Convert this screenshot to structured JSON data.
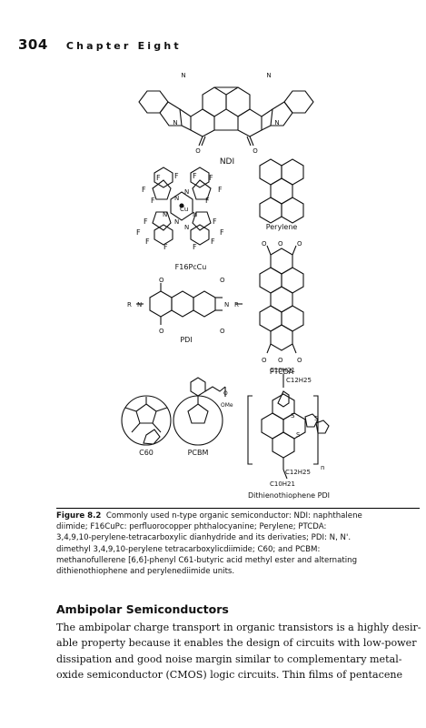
{
  "header": {
    "page_number": "304",
    "chapter": "Chapter Eight"
  },
  "figure": {
    "labels": {
      "ndi": "NDI",
      "f16pccu": "F16PcCu",
      "perylene": "Perylene",
      "pdi": "PDI",
      "ptcda": "PTCDA",
      "c60": "C60",
      "pcbm": "PCBM",
      "dithieno": "Dithienothiophene PDI",
      "c10h21_top": "C10H21",
      "c12h25_top": "C12H25",
      "c12h25_bot": "C12H25",
      "c10h21_bot": "C10H21",
      "n_sub": "n",
      "ome": "OMe"
    }
  },
  "caption": {
    "label": "Figure 8.2",
    "lines": [
      "Commonly used n-type organic semiconductor: NDI: naphthalene",
      "diimide; F16CuPc: perfluorocopper phthalocyanine; Perylene; PTCDA:",
      "3,4,9,10-perylene-tetracarboxylic dianhydride and its derivaties; PDI: N, N'.",
      "dimethyl 3,4,9,10-perylene tetracarboxylicdiimide; C60; and PCBM:",
      "methanofullerene [6,6]-phenyl C61-butyric acid methyl ester and alternating",
      "dithienothiophene and perylenediimide units."
    ]
  },
  "section": {
    "title": "Ambipolar Semiconductors"
  },
  "body": {
    "lines": [
      "The ambipolar charge transport in organic transistors is a highly desir-",
      "able property because it enables the design of circuits with low-power",
      "dissipation and good noise margin similar to complementary metal-",
      "oxide semiconductor (CMOS) logic circuits. Thin films of pentacene"
    ]
  }
}
